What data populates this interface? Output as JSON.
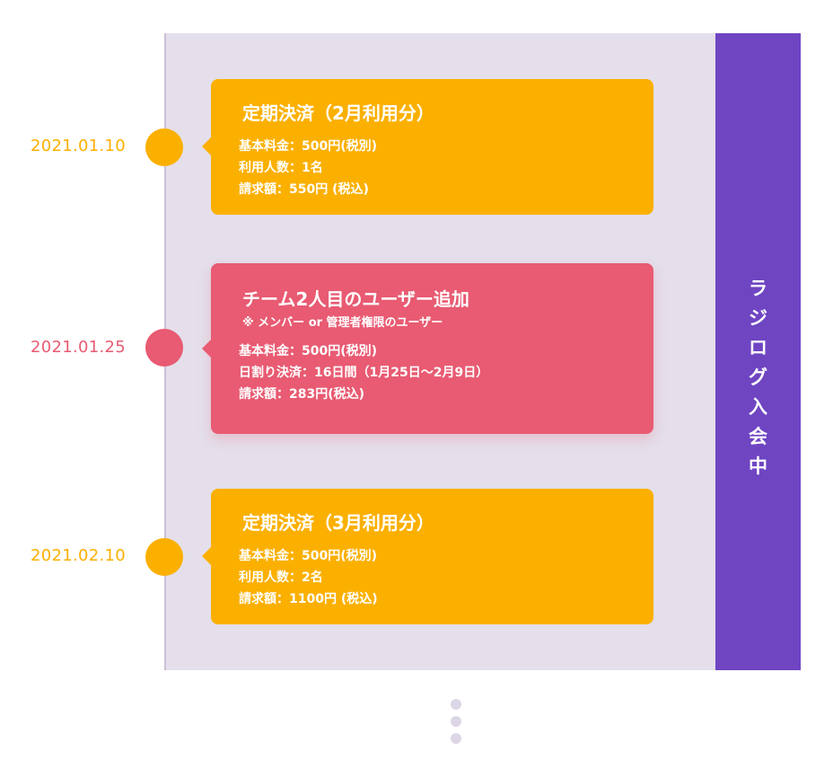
{
  "colors": {
    "orange": "#fbb000",
    "pink": "#e85b72",
    "panel": "#e4dfeb",
    "sidebar": "#6f45c2"
  },
  "sidebar": {
    "label_chars": [
      "ラ",
      "ジ",
      "ロ",
      "グ",
      "入",
      "会",
      "中"
    ]
  },
  "timeline": [
    {
      "date": "2021.01.10",
      "title": "定期決済（2月利用分）",
      "note": "",
      "lines": [
        "基本料金：500円(税別)",
        "利用人数：1名",
        "請求額：550円 (税込)"
      ]
    },
    {
      "date": "2021.01.25",
      "title": "チーム2人目のユーザー追加",
      "note": "※ メンバー or 管理者権限のユーザー",
      "lines": [
        "基本料金：500円(税別)",
        "日割り決済：16日間（1月25日～2月9日）",
        "請求額：283円(税込)"
      ]
    },
    {
      "date": "2021.02.10",
      "title": "定期決済（3月利用分）",
      "note": "",
      "lines": [
        "基本料金：500円(税別)",
        "利用人数：2名",
        "請求額：1100円 (税込)"
      ]
    }
  ]
}
